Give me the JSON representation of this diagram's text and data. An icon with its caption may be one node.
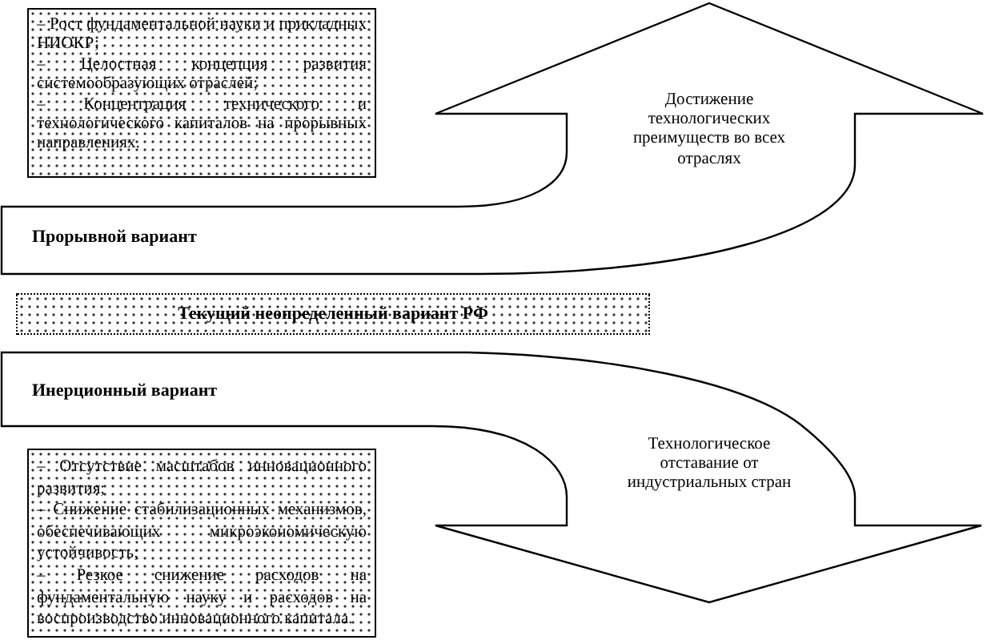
{
  "diagram": {
    "nodes": [
      {
        "text": [
          "– Рост фундаментальной науки и прикладных НИОКР;",
          "– Целостная концепция развития системообразующих отраслей;",
          "– Концентрация технического и технологического капиталов на прорывных направлениях."
        ]
      },
      {
        "text": [
          "Достижение технологических преимуществ во всех отраслях"
        ]
      },
      {
        "text": [
          "Прорывной вариант"
        ]
      },
      {
        "text": [
          "Текущий неопределенный вариант РФ"
        ]
      },
      {
        "text": [
          "Инерционный вариант"
        ]
      },
      {
        "text": [
          "Технологическое отставание от индустриальных стран"
        ]
      },
      {
        "text": [
          "– Отсутствие масштабов инновационного развития;",
          "– Снижение стабилизационных механизмов, обеспечивающих микроэкономическую устойчивость;",
          "– Резкое снижение расходов на фундаментальную науку и расходов на воспроизводство инновационного капитала."
        ]
      }
    ],
    "edges": [
      {
        "from": 2,
        "to": 1,
        "arrow": "to"
      },
      {
        "from": 4,
        "to": 5,
        "arrow": "to"
      }
    ]
  }
}
